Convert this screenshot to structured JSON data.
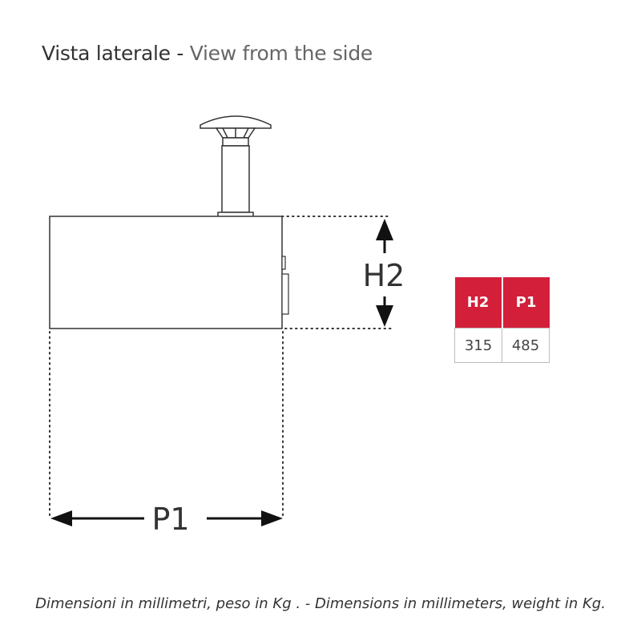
{
  "title": {
    "italian": "Vista laterale - ",
    "english": "View from the side"
  },
  "diagram": {
    "height_label": "H2",
    "depth_label": "P1"
  },
  "dimensions_table": {
    "headers": [
      "H2",
      "P1"
    ],
    "values": [
      "315",
      "485"
    ],
    "header_color": "#d31f3a"
  },
  "footer": "Dimensioni in millimetri, peso in Kg . - Dimensions in millimeters, weight in Kg."
}
